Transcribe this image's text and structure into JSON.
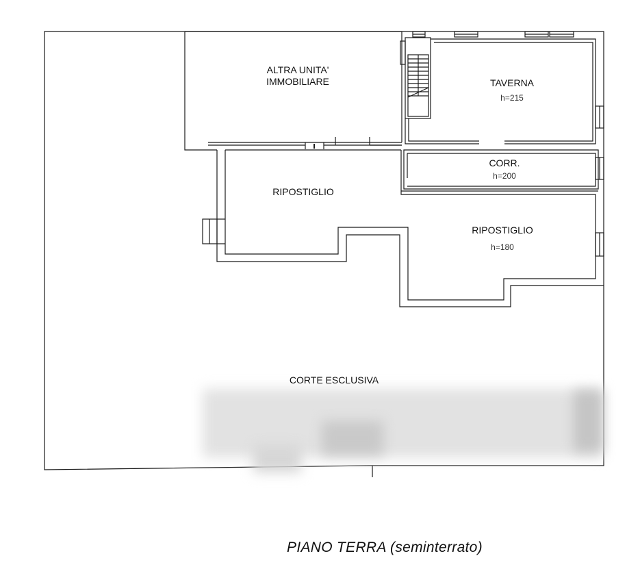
{
  "rooms": {
    "altra_unita": {
      "line1": "ALTRA UNITA'",
      "line2": "IMMOBILIARE"
    },
    "taverna": {
      "name": "TAVERNA",
      "height": "h=215"
    },
    "corridoio": {
      "name": "CORR.",
      "height": "h=200"
    },
    "ripostiglio_left": {
      "name": "RIPOSTIGLIO"
    },
    "ripostiglio_right": {
      "name": "RIPOSTIGLIO",
      "height": "h=180"
    },
    "corte": {
      "name": "CORTE ESCLUSIVA"
    }
  },
  "caption": "PIANO  TERRA (seminterrato)",
  "colors": {
    "line": "#1a1a1a",
    "background": "#ffffff",
    "redaction": "#d9d9d9"
  }
}
